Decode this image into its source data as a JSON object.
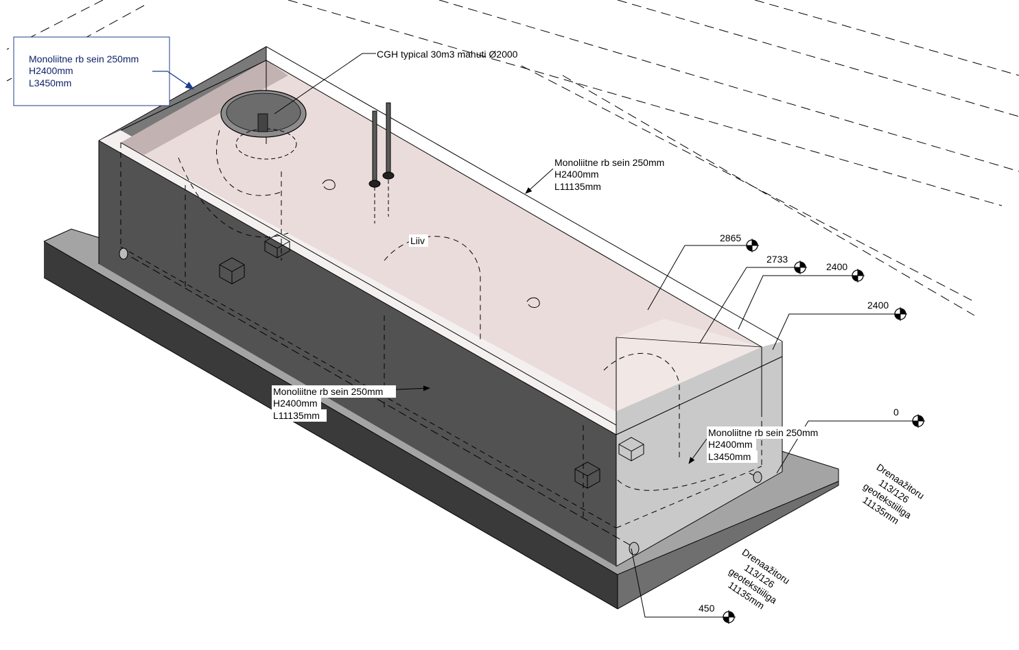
{
  "selected_tag": {
    "lines": [
      "Monoliitne rb sein 250mm",
      "H2400mm",
      "L3450mm"
    ]
  },
  "tank_tag": {
    "text": "CGH typical 30m3 mahuti Ø2000"
  },
  "wall_back_tag": {
    "lines": [
      "Monoliitne rb sein 250mm",
      "H2400mm",
      "L11135mm"
    ]
  },
  "wall_front_tag": {
    "lines": [
      "Monoliitne rb sein 250mm",
      "H2400mm",
      "L11135mm"
    ]
  },
  "wall_end_tag": {
    "lines": [
      "Monoliitne rb sein 250mm",
      "H2400mm",
      "L3450mm"
    ]
  },
  "fill_tag": {
    "text": "Liiv"
  },
  "drain_right_tag": {
    "lines": [
      "Drenaažitoru",
      "113/126",
      "geotekstiiliga",
      "11135mm"
    ]
  },
  "drain_front_tag": {
    "lines": [
      "Drenaažitoru",
      "113/126",
      "geotekstiiliga",
      "11135mm"
    ]
  },
  "elevations": {
    "e1": "2865",
    "e2": "2733",
    "e3": "2400",
    "e4": "2400",
    "e5": "0",
    "e6": "450"
  },
  "colors": {
    "slab_side": "#3a3a3a",
    "slab_top": "#a4a4a4",
    "wall_front": "#525252",
    "wall_left": "#6a6a6a",
    "wall_end": "#c9c9c9",
    "top_pink": "#eadcdb",
    "selection_blue": "#1e3c8c"
  }
}
